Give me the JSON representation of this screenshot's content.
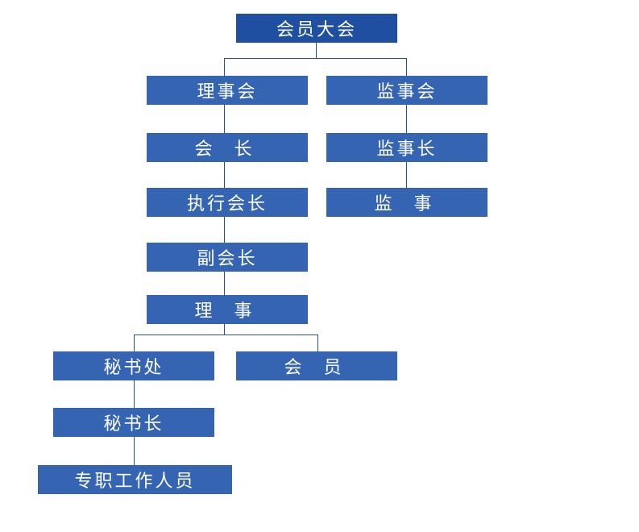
{
  "colors": {
    "node_fill": "#3564b3",
    "top_node_fill": "#1f4fa0",
    "connector": "#2b4f8f",
    "text": "#ffffff"
  },
  "nodes": {
    "general_assembly": "会员大会",
    "council": "理事会",
    "supervisory_board": "监事会",
    "president": "会 长",
    "chief_supervisor": "监事长",
    "executive_president": "执行会长",
    "supervisor": "监 事",
    "vice_president": "副会长",
    "director": "理 事",
    "secretariat": "秘书处",
    "member": "会 员",
    "secretary_general": "秘书长",
    "full_time_staff": "专职工作人员"
  }
}
